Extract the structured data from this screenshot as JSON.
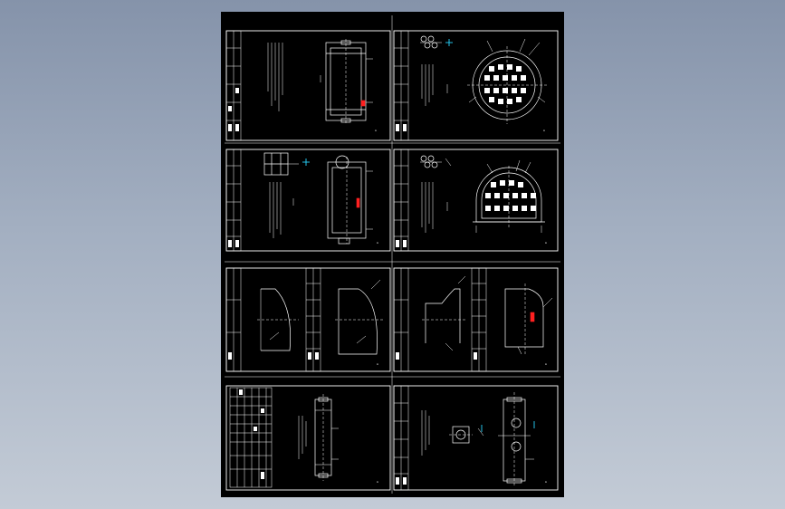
{
  "viewport": {
    "background": "#000000"
  },
  "colors": {
    "linework": "#ffffff",
    "highlight": "#ff2020",
    "dimension_marker": "#28d4ff"
  },
  "sheets": [
    {
      "id": "sheet-1",
      "content": "cylinder-section-detail"
    },
    {
      "id": "sheet-2",
      "content": "tube-sheet-layout"
    },
    {
      "id": "sheet-3",
      "content": "nozzle-section-detail"
    },
    {
      "id": "sheet-4",
      "content": "half-tube-sheet-layout"
    },
    {
      "id": "sheet-5",
      "content": "dished-head-detail"
    },
    {
      "id": "sheet-6",
      "content": "knuckle-head-detail"
    },
    {
      "id": "sheet-7",
      "content": "assembly-with-parts-table"
    },
    {
      "id": "sheet-8",
      "content": "flange-detail"
    }
  ]
}
